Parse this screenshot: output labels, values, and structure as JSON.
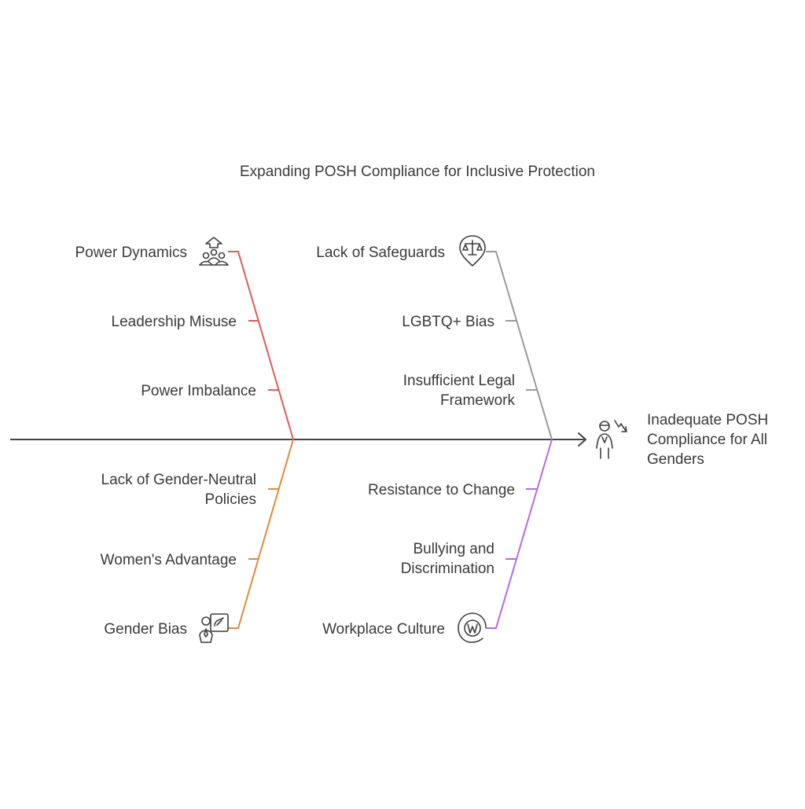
{
  "title": "Expanding POSH Compliance for Inclusive Protection",
  "effect": {
    "lines": [
      "Inadequate POSH",
      "Compliance for All",
      "Genders"
    ],
    "icon": "person-declining-icon"
  },
  "colors": {
    "spine": "#444444",
    "power": "#e05a5a",
    "safeguards": "#9a9a9a",
    "gender": "#e08a3a",
    "culture": "#b46be0",
    "icon": "#3f3f3f"
  },
  "branches": {
    "power": {
      "name": "Power Dynamics",
      "icon": "hierarchy-people-icon",
      "causes": [
        [
          "Leadership Misuse"
        ],
        [
          "Power Imbalance"
        ]
      ]
    },
    "safeguards": {
      "name": "Lack of Safeguards",
      "icon": "scales-location-icon",
      "causes": [
        [
          "LGBTQ+ Bias"
        ],
        [
          "Insufficient Legal",
          "Framework"
        ]
      ]
    },
    "gender": {
      "name": "Gender Bias",
      "icon": "person-board-icon",
      "causes": [
        [
          "Lack of Gender-Neutral",
          "Policies"
        ],
        [
          "Women's Advantage"
        ]
      ]
    },
    "culture": {
      "name": "Workplace Culture",
      "icon": "workplace-logo-icon",
      "causes": [
        [
          "Resistance to Change"
        ],
        [
          "Bullying and",
          "Discrimination"
        ]
      ]
    }
  }
}
